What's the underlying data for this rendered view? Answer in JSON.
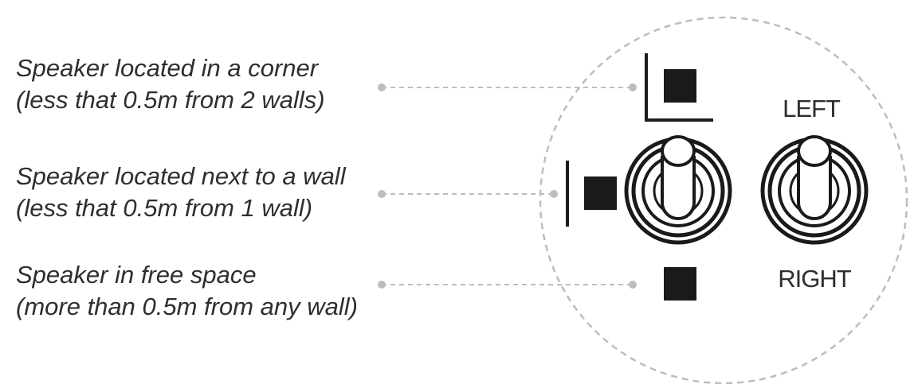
{
  "options": [
    {
      "line1": "Speaker located in a corner",
      "line2": "(less that 0.5m from 2 walls)",
      "icon": "corner-position-icon"
    },
    {
      "line1": "Speaker located next to a wall",
      "line2": "(less that 0.5m from 1 wall)",
      "icon": "wall-position-icon"
    },
    {
      "line1": "Speaker in free space",
      "line2": "(more than 0.5m from any wall)",
      "icon": "free-space-position-icon"
    }
  ],
  "switches": {
    "top_label": "LEFT",
    "bottom_label": "RIGHT"
  },
  "colors": {
    "ink": "#1a1a1a",
    "text": "#2e2e2e",
    "dashed": "#bdbdbd"
  }
}
